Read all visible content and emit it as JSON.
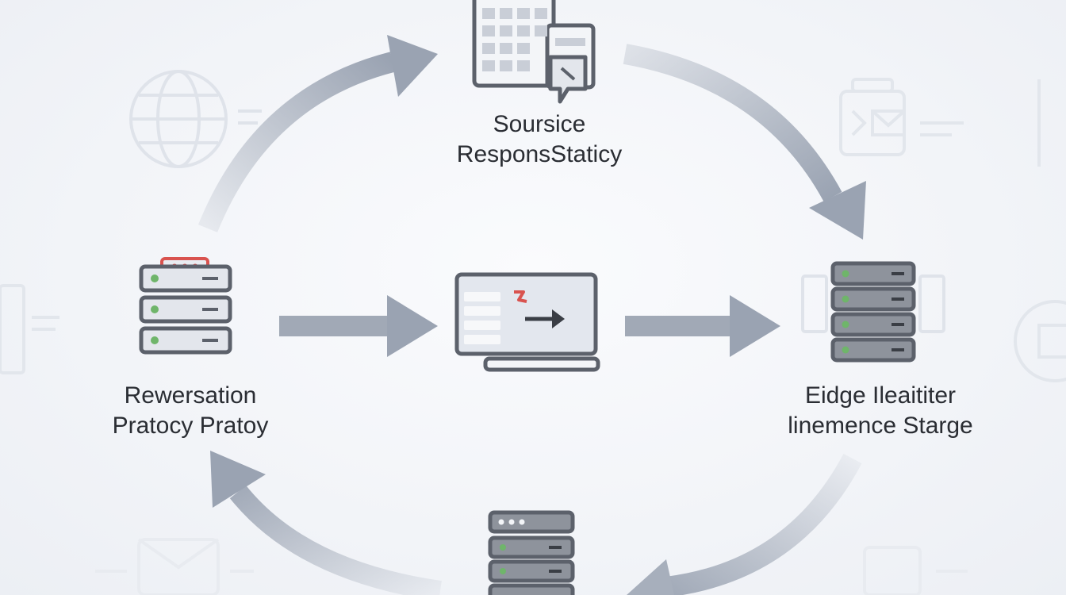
{
  "diagram": {
    "nodes": {
      "top": {
        "line1": "Soursice",
        "line2": "ResponsStaticy",
        "icon": "calendar-grid-icon"
      },
      "left": {
        "line1": "Rewersation",
        "line2": "Pratocy Pratoy",
        "icon": "server-rack-icon"
      },
      "center": {
        "icon": "laptop-redirect-icon"
      },
      "right": {
        "line1": "Eidge Ileaititer",
        "line2": "linemence Starge",
        "icon": "server-stack-icon"
      },
      "bottom": {
        "icon": "server-stack-icon"
      }
    },
    "colors": {
      "arrow": "#9aa3b2",
      "icon_stroke": "#5c616b",
      "icon_fill": "#e3e6ec",
      "server_fill": "#8e939c",
      "accent_red": "#d9534f",
      "accent_green": "#6fb56a",
      "text": "#2a2d33",
      "faint": "#dfe3ea"
    }
  }
}
